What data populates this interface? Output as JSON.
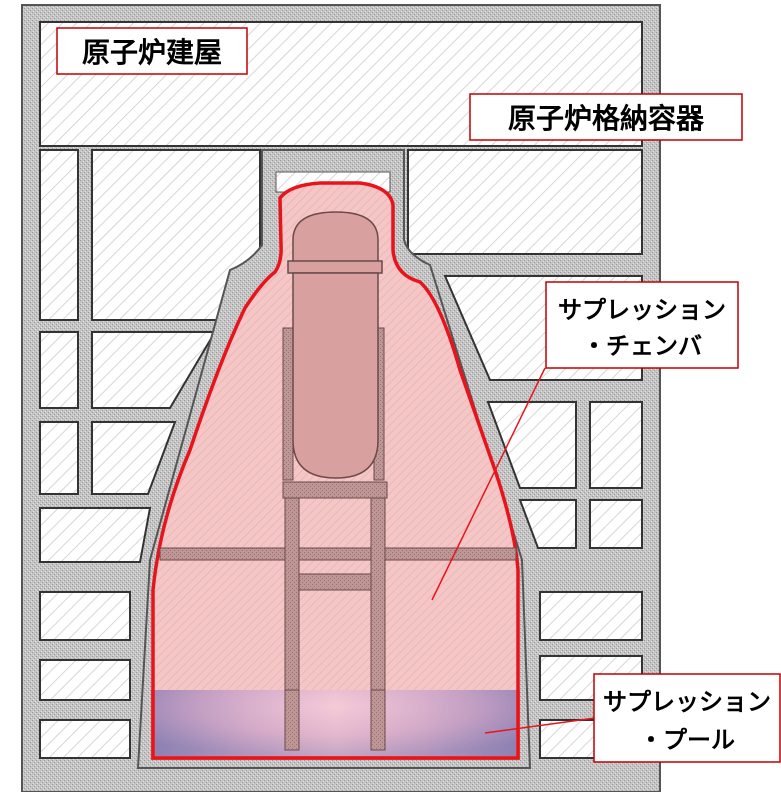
{
  "labels": {
    "reactor_building": "原子炉建屋",
    "containment_vessel": "原子炉格納容器",
    "suppression_chamber_line1": "サプレッション",
    "suppression_chamber_line2": "・チェンバ",
    "suppression_pool_line1": "サプレッション",
    "suppression_pool_line2": "・プール"
  },
  "colors": {
    "concrete": "#c9c9c9",
    "room_hatch": "#d8d8d8",
    "containment_fill": "#f4c4c4",
    "containment_outline": "#e8141c",
    "structure": "#b58a8a",
    "structure_edge": "#6b4a4a",
    "pool_edge": "#7e74a8",
    "pool_center": "#f0c0d0",
    "label_border": "#c00000",
    "leader_line": "#e8141c"
  }
}
